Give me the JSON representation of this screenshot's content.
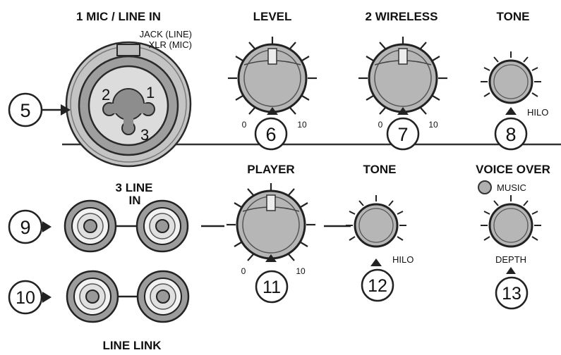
{
  "headers": {
    "mic_line_in": "1 MIC / LINE IN",
    "level": "LEVEL",
    "wireless": "2 WIRELESS",
    "tone_top": "TONE",
    "player": "PLAYER",
    "tone_mid": "TONE",
    "voice_over": "VOICE OVER",
    "line_in_a": "3  LINE",
    "line_in_b": "IN",
    "line_link": "LINE LINK"
  },
  "jack_labels": {
    "line": "JACK (LINE)",
    "mic": "XLR (MIC)",
    "pin1": "1",
    "pin2": "2",
    "pin3": "3"
  },
  "scale": {
    "min": "0",
    "max": "10"
  },
  "tone_labels": {
    "hilo_top": "HILO",
    "hilo_mid": "HILO",
    "depth": "DEPTH",
    "music": "MUSIC"
  },
  "callouts": {
    "c5": "5",
    "c6": "6",
    "c7": "7",
    "c8": "8",
    "c9": "9",
    "c10": "10",
    "c11": "11",
    "c12": "12",
    "c13": "13"
  },
  "colors": {
    "line": "#333333",
    "knob": "#b3b3b3",
    "jack_outer": "#c2c2c2",
    "jack_mid": "#a8a8a8",
    "jack_inner": "#e0e0e0",
    "xlr_body": "#8f8f8f"
  }
}
